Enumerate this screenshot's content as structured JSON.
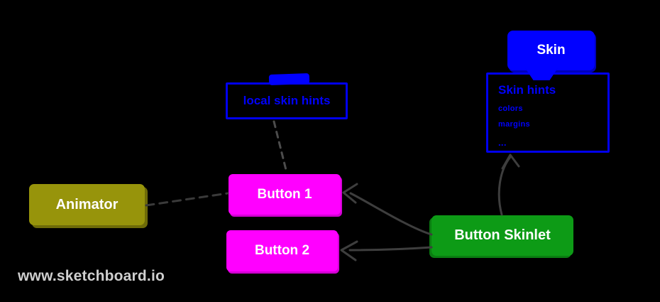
{
  "watermark": "www.sketchboard.io",
  "nodes": {
    "skin": {
      "label": "Skin",
      "color": "#0101ff",
      "text_color": "#ffffff"
    },
    "skin_hints": {
      "title": "Skin hints",
      "items": [
        "colors",
        "margins",
        "..."
      ],
      "border_color": "#0000ee",
      "text_color": "#0101fd"
    },
    "local_skin_hints": {
      "label": "local skin hints",
      "border_color": "#0000ee",
      "text_color": "#0101fd"
    },
    "animator": {
      "label": "Animator",
      "color": "#97940b",
      "text_color": "#ffffff"
    },
    "button1": {
      "label": "Button 1",
      "color": "#ff00ff",
      "text_color": "#ffffff"
    },
    "button2": {
      "label": "Button 2",
      "color": "#ff00ff",
      "text_color": "#ffffff"
    },
    "button_skinlet": {
      "label": "Button Skinlet",
      "color": "#0d9b16",
      "text_color": "#ffffff"
    }
  },
  "edges": [
    {
      "from": "animator",
      "to": "button1",
      "style": "dashed",
      "arrow": false
    },
    {
      "from": "local_skin_hints",
      "to": "button1",
      "style": "dashed",
      "arrow": false
    },
    {
      "from": "button_skinlet",
      "to": "button1",
      "style": "solid",
      "arrow": true
    },
    {
      "from": "button_skinlet",
      "to": "button2",
      "style": "solid",
      "arrow": true
    },
    {
      "from": "button_skinlet",
      "to": "skin_hints",
      "style": "solid",
      "arrow": true
    },
    {
      "from": "skin",
      "to": "skin_hints",
      "style": "attached-blob",
      "arrow": false
    }
  ],
  "colors": {
    "background": "#000000",
    "connector": "#3e3e3e",
    "watermark": "#cfcfcf"
  }
}
